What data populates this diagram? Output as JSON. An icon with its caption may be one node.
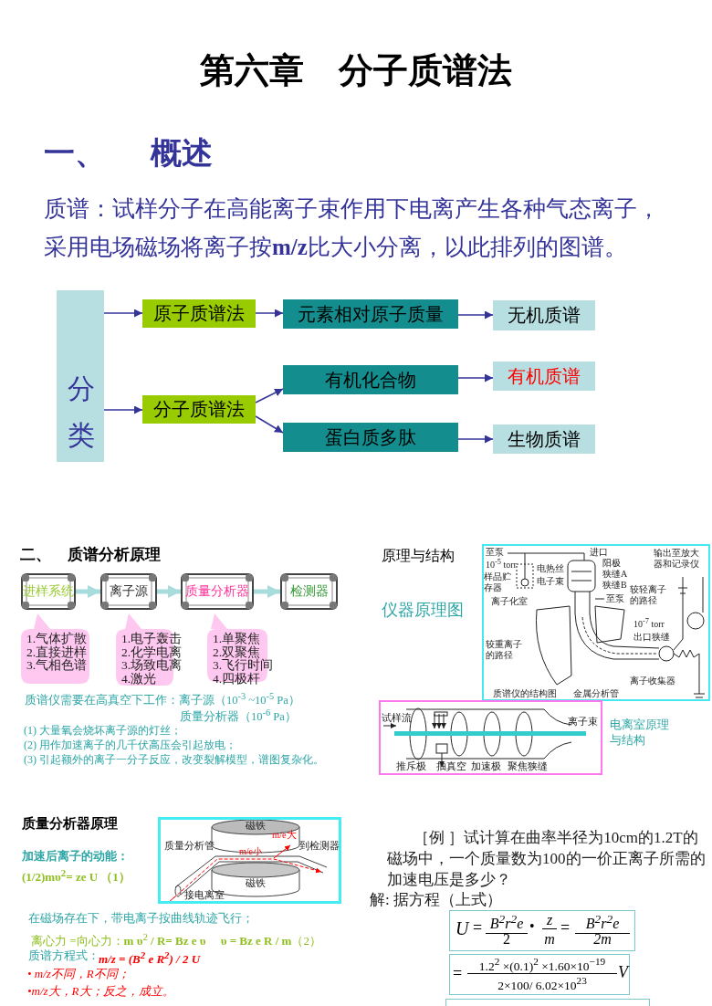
{
  "diagram": {
    "title": "第六章　分子质谱法",
    "nodes": [
      {
        "text": [
          "分类"
        ]
      },
      {
        "text": [
          "原子质谱法"
        ]
      },
      {
        "text": [
          "元素相对原子质量"
        ]
      },
      {
        "text": [
          "无机质谱"
        ]
      },
      {
        "text": [
          "分子质谱法"
        ]
      },
      {
        "text": [
          "有机化合物"
        ]
      },
      {
        "text": [
          "有机质谱"
        ]
      },
      {
        "text": [
          "蛋白质多肽"
        ]
      },
      {
        "text": [
          "生物质谱"
        ]
      },
      {
        "text": [
          "进样系统"
        ]
      },
      {
        "text": [
          "离子源"
        ]
      },
      {
        "text": [
          "质量分析器"
        ]
      },
      {
        "text": [
          "检测器"
        ]
      },
      {
        "text": [
          "1.气体扩散",
          "2.直接进样",
          "3.气相色谱"
        ]
      },
      {
        "text": [
          "1.电子轰击",
          "2.化学电离",
          "3.场致电离",
          "4.激光"
        ]
      },
      {
        "text": [
          "1.单聚焦",
          "2.双聚焦",
          "3.飞行时间",
          "4.四极杆"
        ]
      }
    ],
    "edges": [
      {
        "from": 0,
        "to": 1,
        "arrow": "to"
      },
      {
        "from": 1,
        "to": 2,
        "arrow": "to"
      },
      {
        "from": 2,
        "to": 3,
        "arrow": "to"
      },
      {
        "from": 0,
        "to": 4,
        "arrow": "to"
      },
      {
        "from": 4,
        "to": 5,
        "arrow": "to"
      },
      {
        "from": 4,
        "to": 7,
        "arrow": "to"
      },
      {
        "from": 5,
        "to": 6,
        "arrow": "to"
      },
      {
        "from": 7,
        "to": 8,
        "arrow": "to"
      },
      {
        "from": 9,
        "to": 10,
        "arrow": "to",
        "style": "thick",
        "color": "#a8dcdc"
      },
      {
        "from": 10,
        "to": 11,
        "arrow": "to",
        "style": "thick",
        "color": "#a8dcdc"
      },
      {
        "from": 11,
        "to": 12,
        "arrow": "to",
        "style": "thick",
        "color": "#a8dcdc"
      }
    ],
    "labels": [
      "一、 概述",
      "质谱：试样分子在高能离子束作用下电离产生各种气态离子，采用电场磁场将离子按**m/z**比大小分离，以此排列的图谱。",
      "二、 质谱分析原理",
      "原理与结构",
      "仪器原理图",
      "至泵",
      "进口",
      "10$^{-5}$ torr",
      "阳极",
      "电热丝",
      "电子束",
      "狭缝A",
      "狭缝B",
      "样品贮存器",
      "离子化室",
      "至泵",
      "输出至放大器和记录仪",
      "较轻离子的路径",
      "10$^{-7}$ torr",
      "出口狭缝",
      "较重离子的路径",
      "金属分析管",
      "离子收集器",
      "质谱仪的结构图",
      "质谱仪需要在高真空下工作：离子源（10$^{-3}$ ~10$^{-5}$ Pa）",
      "质量分析器（10$^{-6}$ Pa）",
      "试样流",
      "离子束",
      "推斥极",
      "抽真空",
      "加速极",
      "聚焦狭缝",
      "电离室原理与结构",
      "(1) 大量氧会烧坏离子源的灯丝；",
      "(2) 用作加速离子的几千伏高压会引起放电；",
      "(3) 引起额外的离子一分子反应，改变裂解模型，谱图复杂化。",
      "质量分析器原理",
      "磁铁",
      "m/e大",
      "质量分析管",
      "到检测器",
      "m/e小",
      "磁铁",
      "接电离室",
      "加速后离子的动能：",
      "(1/2)mυ$^{2}$= ze U （1）",
      "［例 ］试计算在曲率半径为10cm的1.2T的磁场中，一个质量数为100的一价正离子所需的加速电压是多少？",
      "解: 据方程（上式）",
      "U",
      "=",
      "B$^{2}$r$^{2}$e",
      "2",
      "•",
      "z",
      "m",
      "=",
      "B$^{2}$r$^{2}$e",
      "2m",
      "=",
      "1.2$^{2}$ ×(0.1)$^{2}$ ×1.60×10$^{−19}$",
      "2×100/ 6.02×10$^{23}$",
      "V",
      "在磁场存在下，带电离子按曲线轨迹飞行；",
      "离心力 =向心力：**m υ**$^{2}$ **/ R= Bz e υ**　 **υ = Bz e R / m**（2）",
      "质谱方程式：",
      "m/z = (B$^{2}$ e R$^{2}$) / 2 U",
      "• m/z不同，R不同；",
      "•m/z大，R大；反之，成立。"
    ]
  }
}
